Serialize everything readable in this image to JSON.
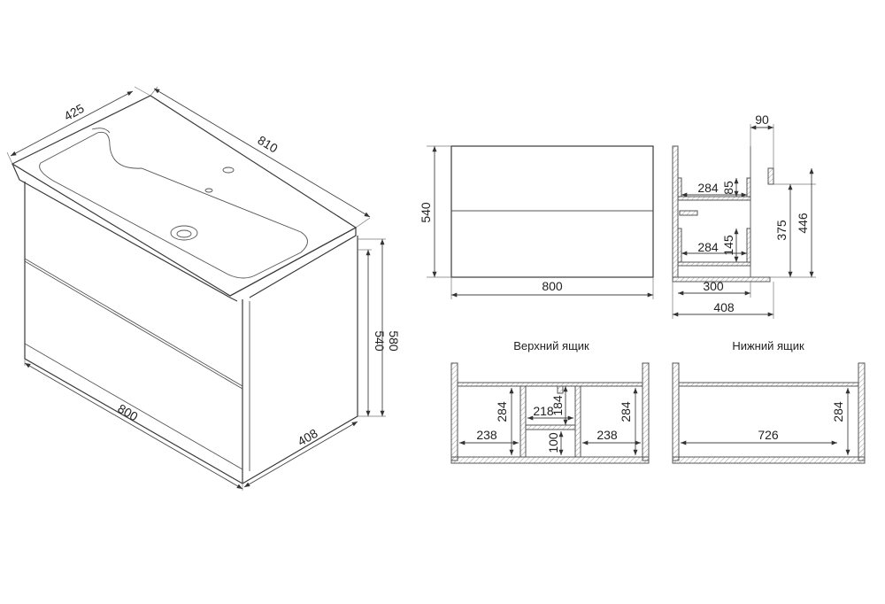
{
  "iso_view": {
    "depth_top": "425",
    "width_top": "810",
    "width_bottom": "800",
    "depth_bottom": "408",
    "height_front": "540",
    "height_total": "580"
  },
  "front_view": {
    "height": "540",
    "width": "800"
  },
  "side_view": {
    "top_offset": "90",
    "upper_depth": "284",
    "upper_height": "85",
    "lower_depth": "284",
    "lower_height": "145",
    "height_375": "375",
    "height_446": "446",
    "depth_300": "300",
    "depth_408": "408"
  },
  "upper_drawer": {
    "title": "Верхний ящик",
    "left_height": "284",
    "left_width": "238",
    "center_width": "218",
    "center_height": "184",
    "bottom_height": "100",
    "right_height": "284",
    "right_width": "238"
  },
  "lower_drawer": {
    "title": "Нижний ящик",
    "width": "726",
    "height": "284"
  }
}
